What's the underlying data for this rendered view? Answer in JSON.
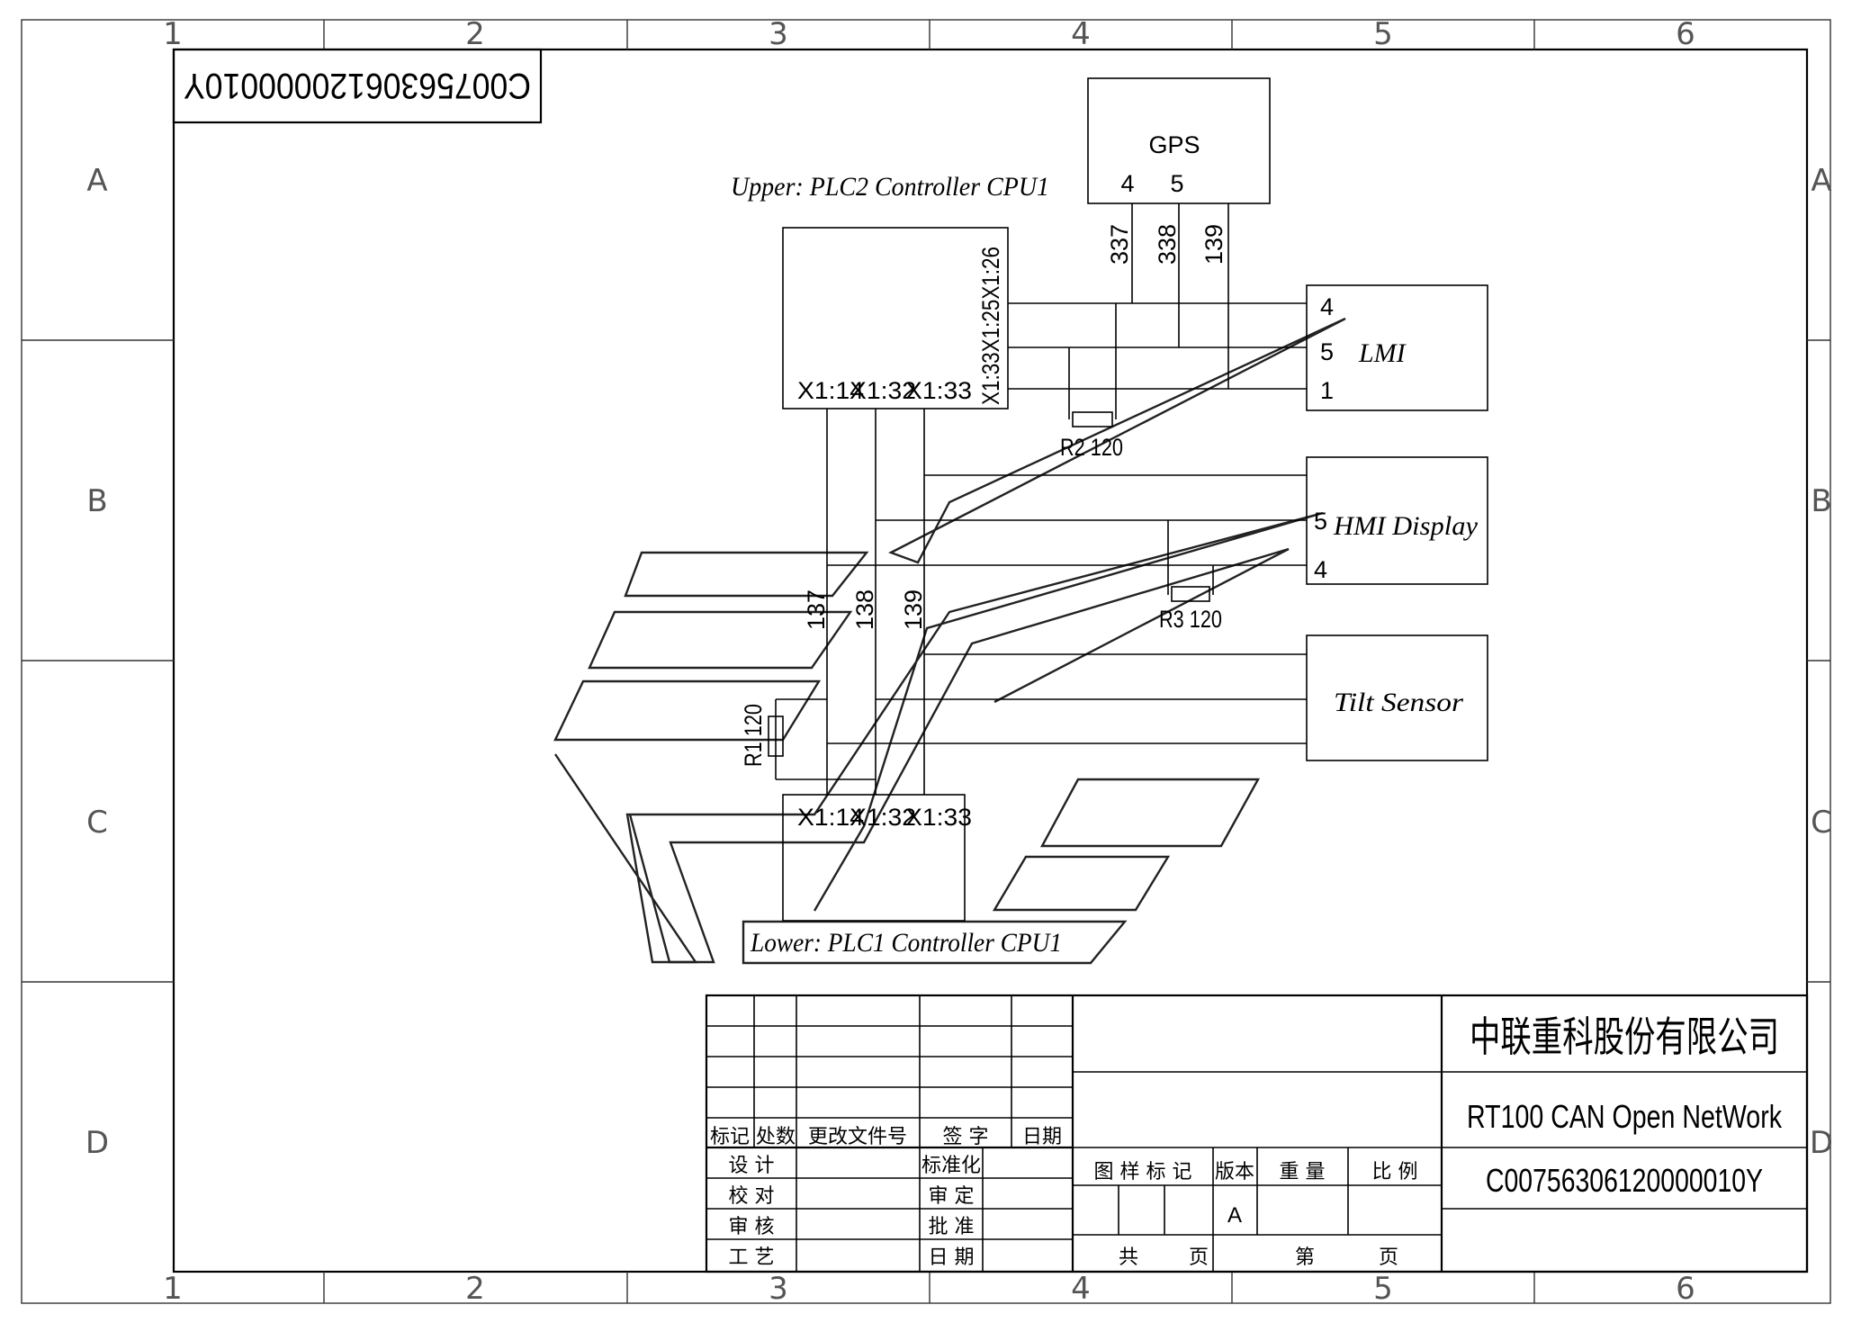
{
  "sheet": {
    "columns": [
      "1",
      "2",
      "3",
      "4",
      "5",
      "6"
    ],
    "rows": [
      "A",
      "B",
      "C",
      "D"
    ],
    "top_left_stamp": "C00756306120000010Y"
  },
  "diagram": {
    "upper_title": "Upper: PLC2 Controller CPU1",
    "lower_title": "Lower: PLC1 Controller CPU1",
    "upper_pins_bottom": [
      "X1:14",
      "X1:32",
      "X1:33"
    ],
    "upper_pins_right": "X1:33X1:25X1:26",
    "lower_pins": [
      "X1:14",
      "X1:32",
      "X1:33"
    ],
    "gps": {
      "label": "GPS",
      "pins": [
        "4",
        "5"
      ]
    },
    "gps_wires": [
      "337",
      "338",
      "139"
    ],
    "lower_wires": [
      "137",
      "138",
      "139"
    ],
    "lmi": {
      "label": "LMI",
      "pins": [
        "4",
        "5",
        "1"
      ]
    },
    "hmi": {
      "label": "HMI Display",
      "pins": [
        "5",
        "4"
      ]
    },
    "tilt": {
      "label": "Tilt Sensor"
    },
    "resistors": {
      "r1": "R1 120",
      "r2": "R2 120",
      "r3": "R3 120"
    }
  },
  "title_block": {
    "company": "中联重科股份有限公司",
    "drawing_title": "RT100 CAN Open NetWork",
    "drawing_number": "C00756306120000010Y",
    "revision_headers": [
      "标记",
      "处数",
      "更改文件号",
      "签 字",
      "日期"
    ],
    "left_labels": [
      "设 计",
      "校 对",
      "审 核",
      "工 艺"
    ],
    "mid_labels": [
      "标准化",
      "审 定",
      "批 准",
      "日 期"
    ],
    "info_headers": [
      "图 样 标 记",
      "版本",
      "重 量",
      "比 例"
    ],
    "version": "A",
    "total_label": "共",
    "page_label": "页",
    "sheet_label": "第",
    "sheet_page_label": "页"
  },
  "colors": {
    "line": "#000000",
    "frame_grey": "#444444",
    "background": "#ffffff"
  }
}
